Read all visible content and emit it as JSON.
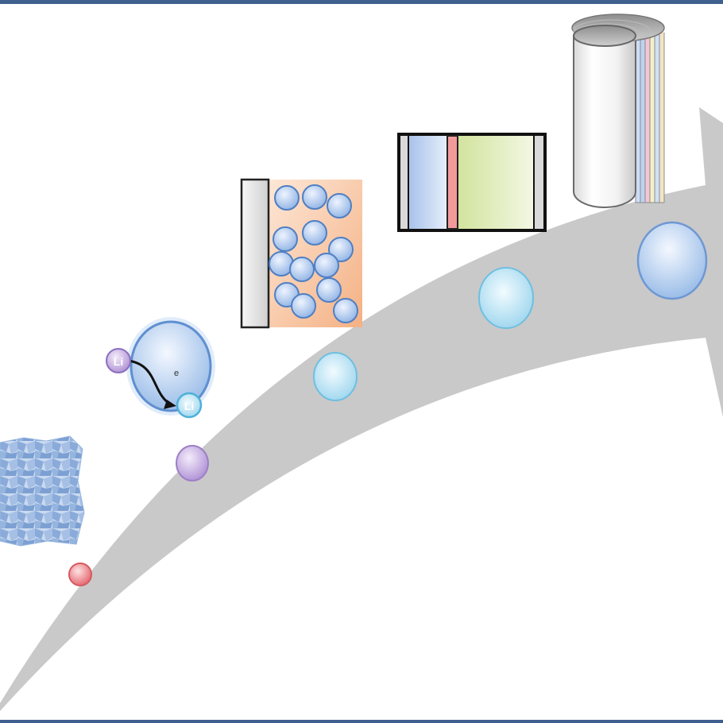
{
  "labels": {
    "li_ion_before": "Li",
    "electron": "e",
    "li_ion_after": "Li"
  },
  "colors": {
    "frame": "#3f5f8f",
    "arrow": "#c6c6c6",
    "scale_atom": "#e86a6a",
    "scale_ion": "#b79bd8",
    "scale_particle": "#a8dcef",
    "scale_electrode": "#9fc7ea",
    "scale_cell": "#a6cff0",
    "scale_battery": "#9cbfe8",
    "crystal": "#7ea3d6",
    "particle": "#a9c8ee",
    "electrode_bg": "#f5b68a",
    "anode_layer": "#b3cbee",
    "separator": "#f08a8a",
    "cathode_layer": "#d6e6a6"
  }
}
